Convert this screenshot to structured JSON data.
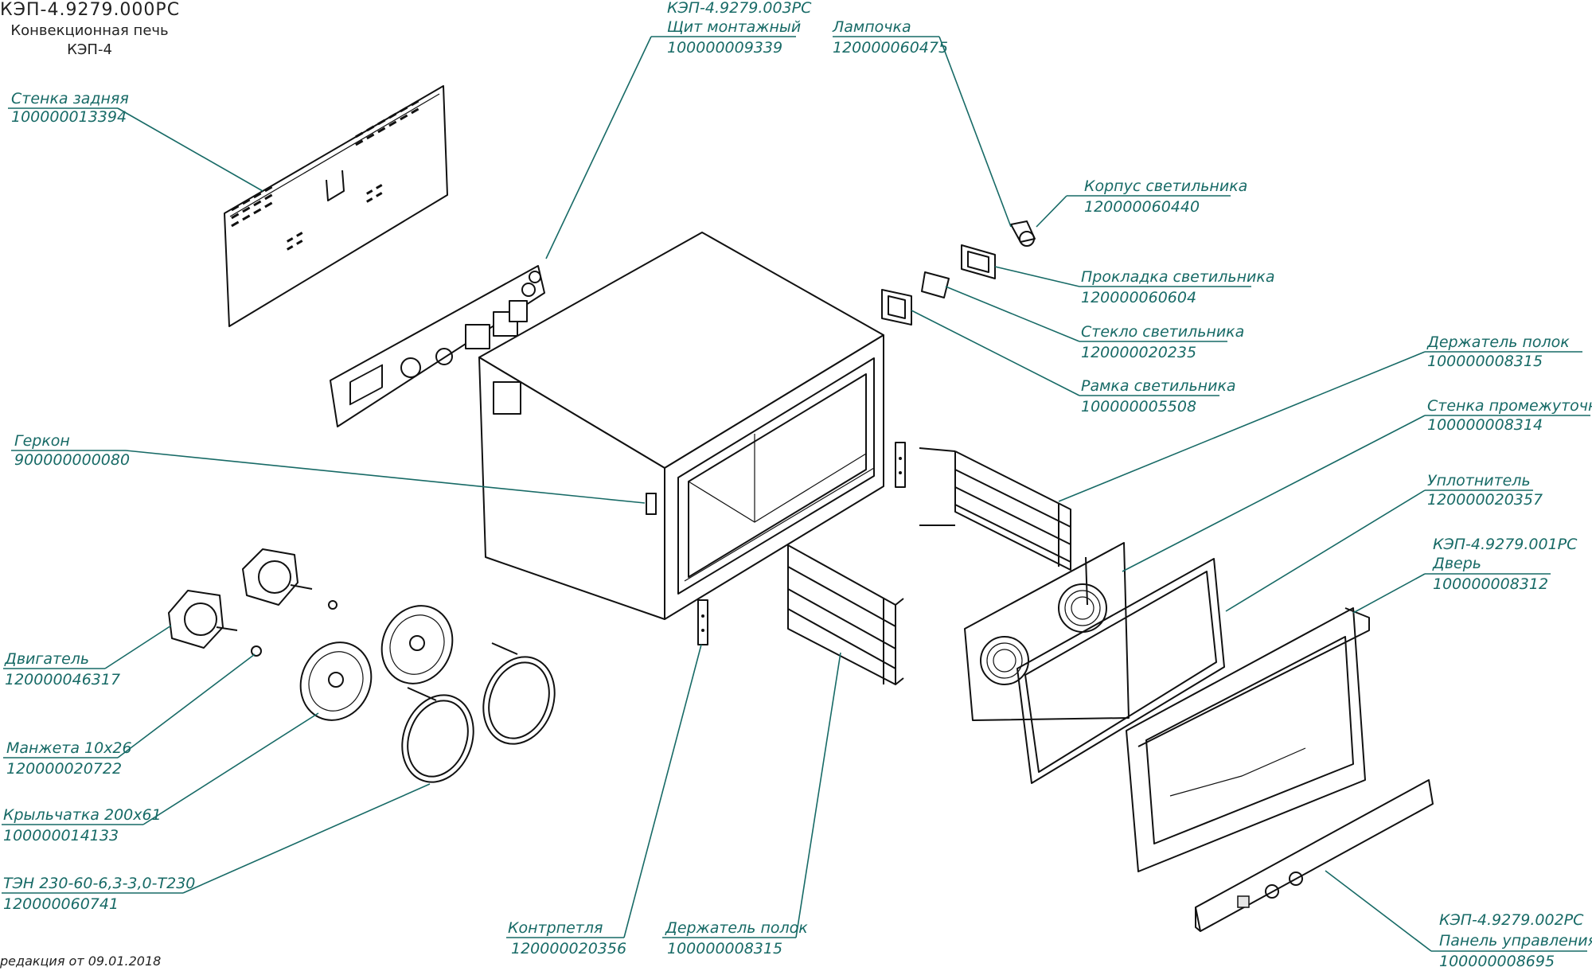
{
  "header": {
    "doc_number": "КЭП-4.9279.000РС",
    "product_name": "Конвекционная печь",
    "model": "КЭП-4"
  },
  "revision": "редакция от 09.01.2018",
  "callouts": [
    {
      "id": "rear-wall",
      "name": "Стенка задняя",
      "code": "100000013394"
    },
    {
      "id": "mounting-panel",
      "name": "КЭП-4.9279.003РС",
      "name2": "Щит монтажный",
      "code": "100000009339"
    },
    {
      "id": "lamp",
      "name": "Лампочка",
      "code": "120000060475"
    },
    {
      "id": "lamp-housing",
      "name": "Корпус светильника",
      "code": "120000060440"
    },
    {
      "id": "lamp-gasket",
      "name": "Прокладка светильника",
      "code": "120000060604"
    },
    {
      "id": "lamp-glass",
      "name": "Стекло светильника",
      "code": "120000020235"
    },
    {
      "id": "lamp-frame",
      "name": "Рамка светильника",
      "code": "100000005508"
    },
    {
      "id": "shelf-holder-right",
      "name": "Держатель полок",
      "code": "100000008315"
    },
    {
      "id": "intermediate-wall",
      "name": "Стенка промежуточная",
      "code": "100000008314"
    },
    {
      "id": "seal",
      "name": "Уплотнитель",
      "code": "120000020357"
    },
    {
      "id": "door",
      "name": "КЭП-4.9279.001РС",
      "name2": "Дверь",
      "code": "100000008312"
    },
    {
      "id": "reed-switch",
      "name": "Геркон",
      "code": "900000000080"
    },
    {
      "id": "motor",
      "name": "Двигатель",
      "code": "120000046317"
    },
    {
      "id": "cuff",
      "name": "Манжета 10х26",
      "code": "120000020722"
    },
    {
      "id": "impeller",
      "name": "Крыльчатка 200х61",
      "code": "100000014133"
    },
    {
      "id": "heater",
      "name": "ТЭН 230-60-6,3-3,0-Т230",
      "code": "120000060741"
    },
    {
      "id": "counter-loop",
      "name": "Контрпетля",
      "code": "120000020356"
    },
    {
      "id": "shelf-holder-front",
      "name": "Держатель полок",
      "code": "100000008315"
    },
    {
      "id": "control-panel",
      "name": "КЭП-4.9279.002РС",
      "name2": "Панель управления",
      "code": "100000008695"
    }
  ],
  "colors": {
    "callout": "#176a66",
    "drawing": "#111111",
    "background": "#ffffff"
  }
}
